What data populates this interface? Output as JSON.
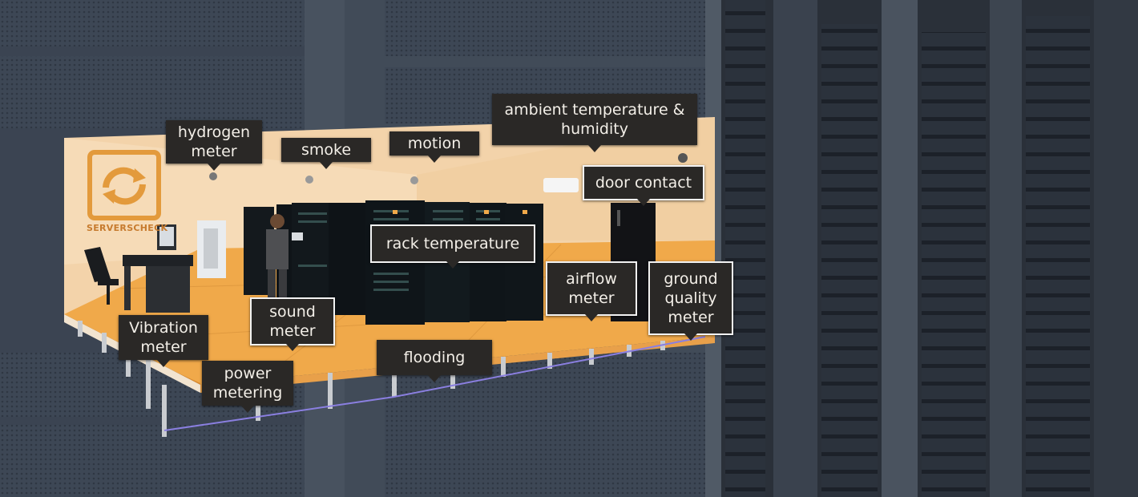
{
  "brand": {
    "logo_text": "SERVERSCHECK"
  },
  "callouts": {
    "hydrogen": [
      "hydrogen",
      "meter"
    ],
    "smoke": [
      "smoke"
    ],
    "motion": [
      "motion"
    ],
    "ambient": [
      "ambient temperature &",
      "humidity"
    ],
    "door": [
      "door contact"
    ],
    "rack": [
      "rack temperature"
    ],
    "airflow": [
      "airflow",
      "meter"
    ],
    "ground": [
      "ground",
      "quality",
      "meter"
    ],
    "sound": [
      "sound",
      "meter"
    ],
    "vibration": [
      "Vibration",
      "meter"
    ],
    "flooding": [
      "flooding"
    ],
    "power": [
      "power",
      "metering"
    ]
  },
  "colors": {
    "accent": "#e39a3c",
    "wall": "#f3d3aa",
    "floor": "#f0a94a",
    "callout_bg": "#2a2826",
    "background": "#3c4654"
  }
}
